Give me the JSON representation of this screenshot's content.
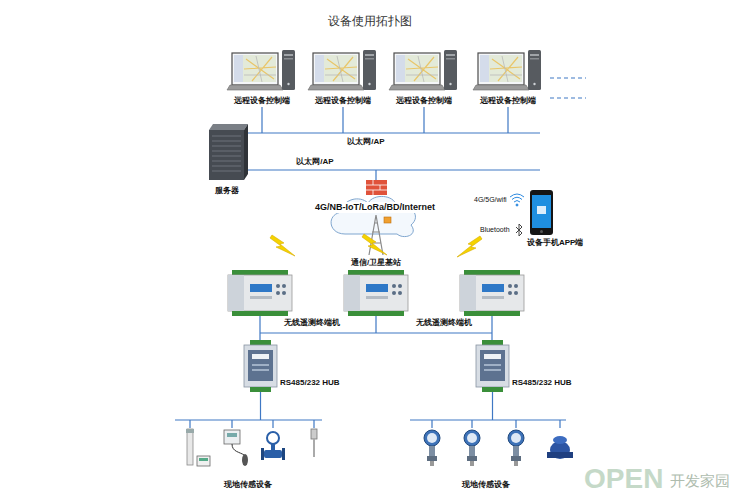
{
  "diagram": {
    "title": "设备使用拓扑图",
    "nodes": [
      {
        "text": [
          "远程设备控制端"
        ]
      },
      {
        "text": [
          "远程设备控制端"
        ]
      },
      {
        "text": [
          "远程设备控制端"
        ]
      },
      {
        "text": [
          "远程设备控制端"
        ]
      },
      {
        "text": [
          "服务器"
        ]
      },
      {
        "text": [
          "4G/NB-IoT/LoRa/BD/Internet"
        ]
      },
      {
        "text": [
          "通信/卫星基站"
        ]
      },
      {
        "text": [
          "4G/5G/wifi",
          "Bluetooth",
          "设备手机APP端"
        ]
      },
      {
        "text": [
          "RS485/232 HUB"
        ]
      },
      {
        "text": [
          "RS485/232 HUB"
        ]
      },
      {
        "text": [
          "现地传感设备"
        ]
      },
      {
        "text": [
          "现地传感设备"
        ]
      }
    ],
    "edges": [
      {
        "from": 8,
        "to": 10,
        "arrow": "none"
      },
      {
        "from": 9,
        "to": 11,
        "arrow": "none"
      }
    ],
    "labels": [
      "以太网/AP",
      "以太网/AP",
      "无线遥测终端机",
      "无线遥测终端机",
      "OPEN",
      "开发家园"
    ]
  }
}
